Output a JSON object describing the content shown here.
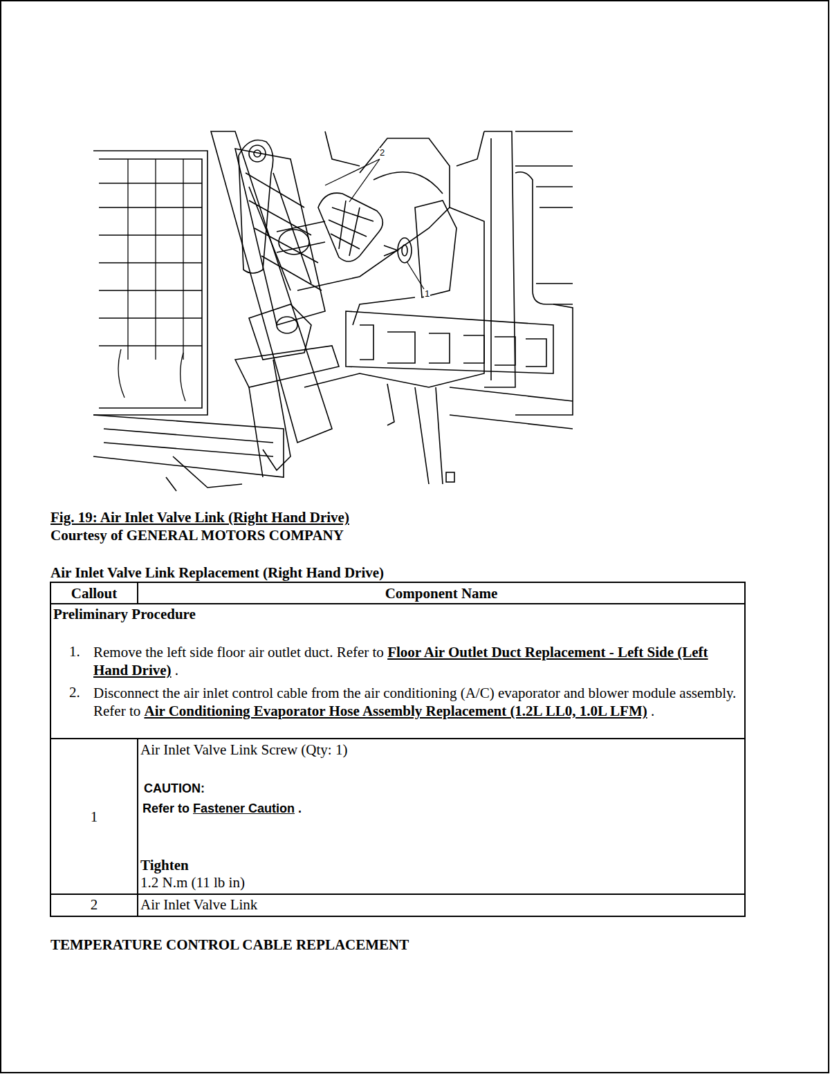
{
  "diagram": {
    "caption": "Fig. 19: Air Inlet Valve Link (Right Hand Drive)",
    "labels": [
      "2",
      "1",
      "Courtesy of GENERAL MOTORS COMPANY",
      "Air Inlet Valve Link Replacement (Right Hand Drive)",
      "Callout",
      "Component Name",
      "Preliminary Procedure",
      "1.",
      "Remove the left side floor air outlet duct. Refer to",
      "Floor Air Outlet Duct Replacement - Left Side (Left Hand Drive)",
      ".",
      "2.",
      "Disconnect the air inlet control cable from the air conditioning (A/C) evaporator and blower module assembly. Refer to",
      "Air Conditioning Evaporator Hose Assembly Replacement (1.2L LL0, 1.0L LFM)",
      ".",
      "1",
      "Air Inlet Valve Link Screw (Qty: 1)",
      "CAUTION:",
      "Refer to",
      "Fastener Caution",
      ".",
      "Tighten",
      "1.2 N.m (11 lb in)",
      "2",
      "Air Inlet Valve Link",
      "TEMPERATURE CONTROL CABLE REPLACEMENT"
    ]
  }
}
